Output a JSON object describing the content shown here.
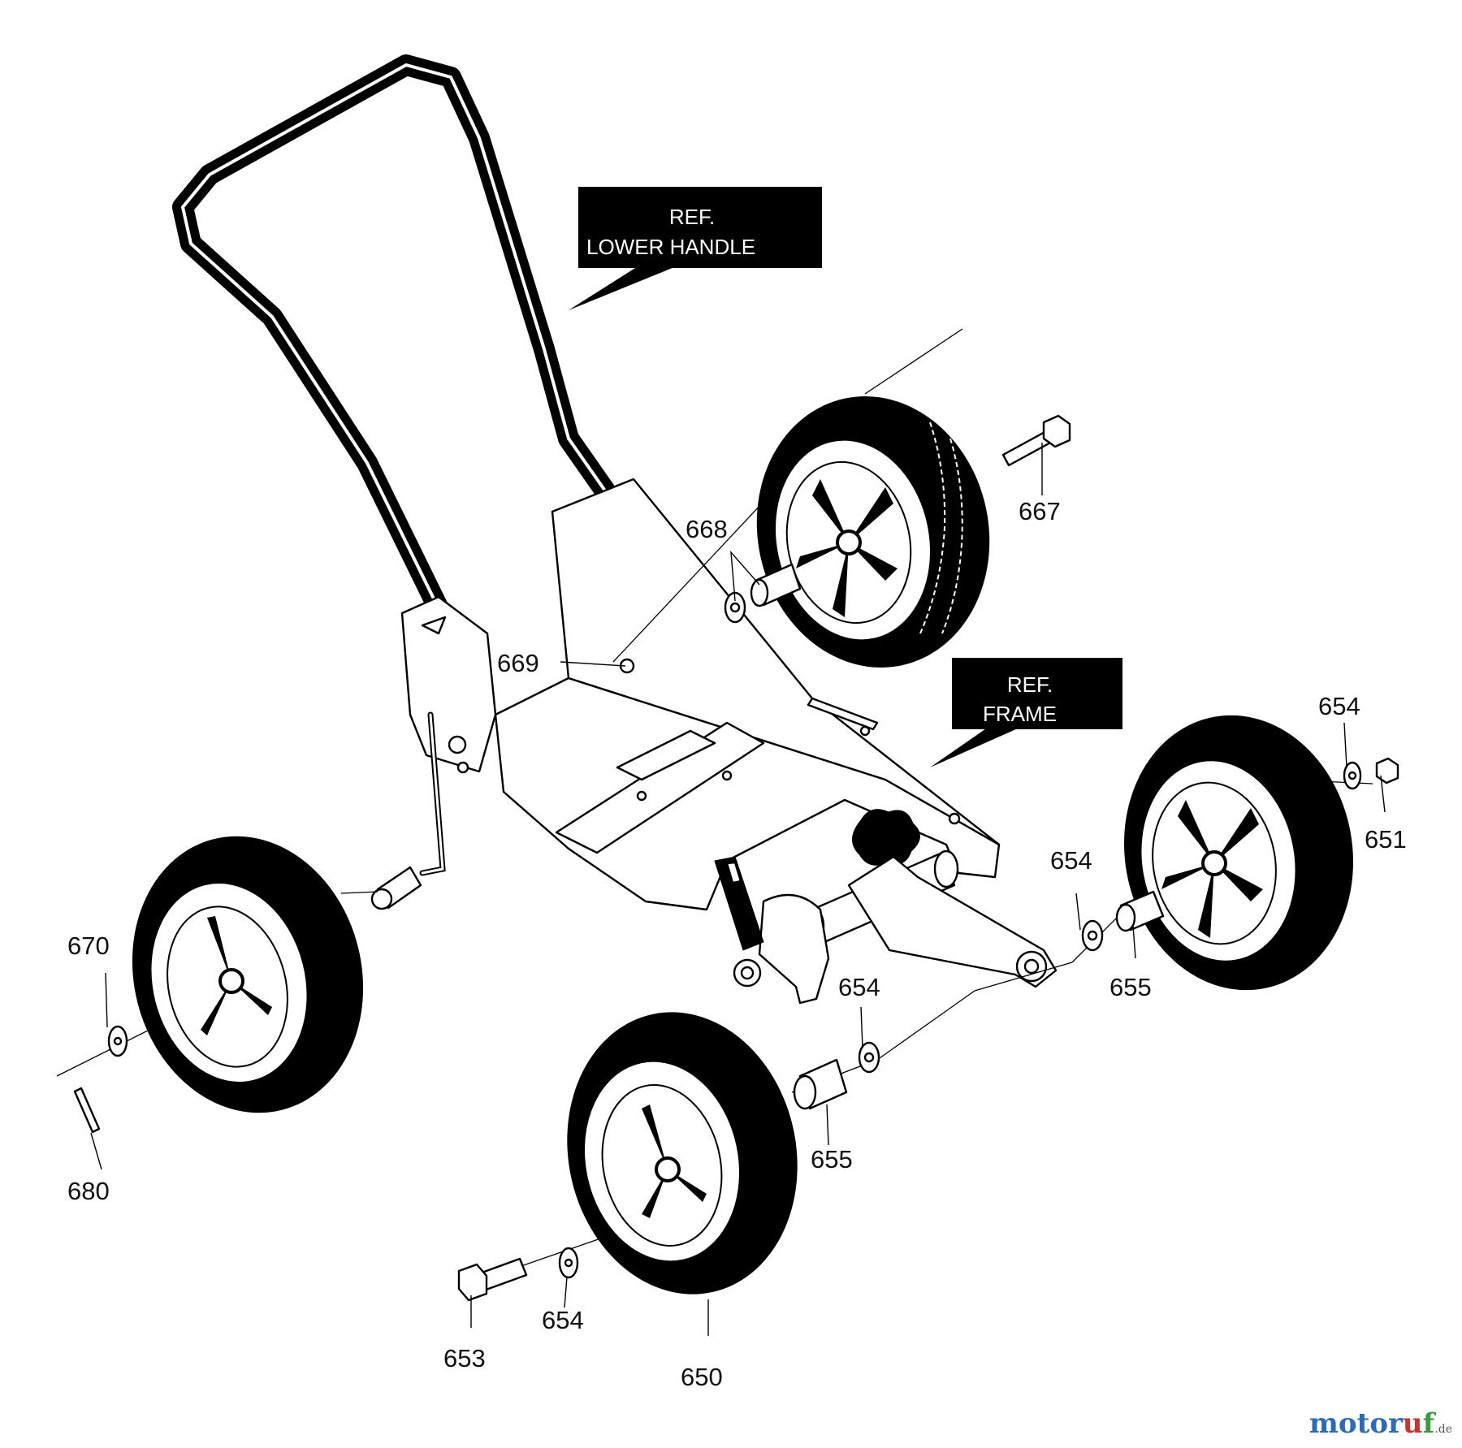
{
  "ref_boxes": {
    "lower_handle": {
      "line1": "REF.",
      "line2": "LOWER HANDLE"
    },
    "frame": {
      "line1": "REF.",
      "line2": "FRAME"
    }
  },
  "callouts": {
    "c667": "667",
    "c668": "668",
    "c669": "669",
    "c654_top_right": "654",
    "c651": "651",
    "c654_mid": "654",
    "c655_right": "655",
    "c654_center": "654",
    "c655_center": "655",
    "c670": "670",
    "c680": "680",
    "c653": "653",
    "c654_bottom": "654",
    "c650": "650"
  },
  "watermark": {
    "letters": [
      "m",
      "o",
      "t",
      "o",
      "r",
      "u",
      "f"
    ],
    "colors": [
      "#2b6cb5",
      "#2b6cb5",
      "#2b6cb5",
      "#2b6cb5",
      "#2b6cb5",
      "#c8352b",
      "#3a9a3e"
    ],
    "suffix": ".de"
  }
}
